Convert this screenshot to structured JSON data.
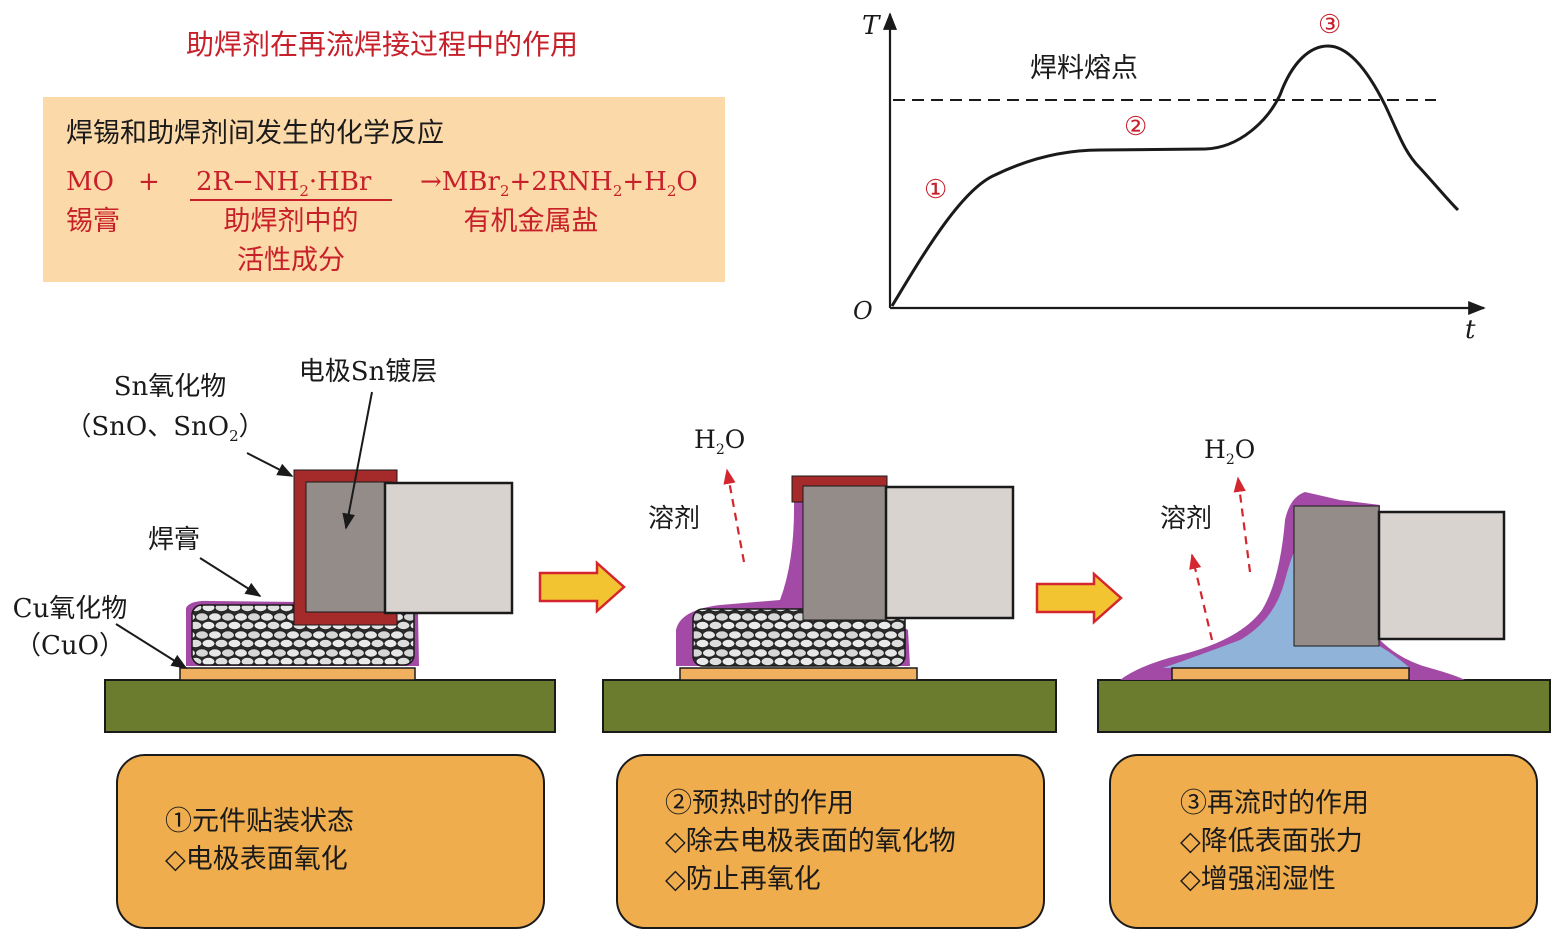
{
  "title": "助焊剂在再流焊接过程中的作用",
  "reaction": {
    "heading": "焊锡和助焊剂间发生的化学反应",
    "mo": "MO",
    "plus": "+",
    "activator_main": "2R−NH",
    "activator_sub": "2",
    "activator_rest": "·HBr",
    "arrow": "→",
    "product_a": "MBr",
    "product_a_sub": "2",
    "product_b": "+2RNH",
    "product_b_sub": "2",
    "product_c": "+H",
    "product_c_sub": "2",
    "product_d": "O",
    "mo_label": "锡膏",
    "activator_label_1": "助焊剂中的",
    "activator_label_2": "活性成分",
    "product_label": "有机金属盐"
  },
  "temp_chart": {
    "y_axis": "T",
    "x_axis": "t",
    "origin": "O",
    "melting_label": "焊料熔点",
    "stage_1": "①",
    "stage_2": "②",
    "stage_3": "③"
  },
  "stage1_labels": {
    "sn_oxide": "Sn氧化物",
    "sn_oxide_formula_a": "（SnO、SnO",
    "sn_oxide_formula_sub": "2",
    "sn_oxide_formula_b": "）",
    "electrode": "电极Sn镀层",
    "paste": "焊膏",
    "cu_oxide": "Cu氧化物",
    "cu_oxide_formula": "（CuO）"
  },
  "stage2_labels": {
    "h2o_a": "H",
    "h2o_sub": "2",
    "h2o_b": "O",
    "solvent": "溶剂"
  },
  "stage3_labels": {
    "h2o_a": "H",
    "h2o_sub": "2",
    "h2o_b": "O",
    "solvent": "溶剂"
  },
  "boxes": [
    {
      "line1": "①元件贴装状态",
      "line2": "◇电极表面氧化",
      "line3": ""
    },
    {
      "line1": "②预热时的作用",
      "line2": "◇除去电极表面的氧化物",
      "line3": "◇防止再氧化"
    },
    {
      "line1": "③再流时的作用",
      "line2": "◇降低表面张力",
      "line3": "◇增强润湿性"
    }
  ],
  "colors": {
    "title_red": "#c8202a",
    "reaction_bg": "#fbd9a8",
    "board_green": "#6b7c2f",
    "pad_orange": "#f0b060",
    "flux_purple": "#a24aa5",
    "molten_blue": "#8fb3d9",
    "oxide_red": "#a52a2a",
    "box_orange": "#f0ad4e",
    "arrow_yellow": "#f2c431"
  }
}
